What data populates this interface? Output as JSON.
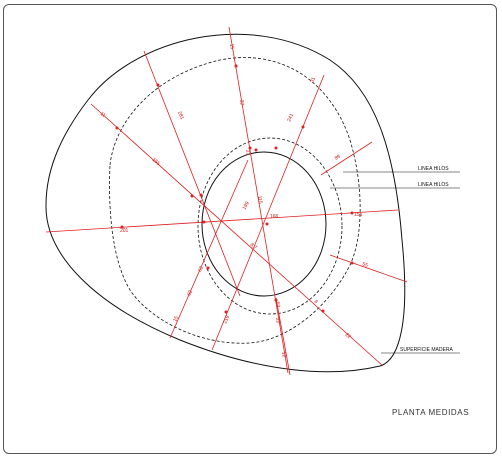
{
  "drawing": {
    "title": "PLANTA MEDIDAS",
    "callouts": [
      {
        "text": "LINEA HILOS"
      },
      {
        "text": "LINEA HILOS"
      },
      {
        "text": "SUPERFICIE MADERA"
      }
    ],
    "measurements": [
      "15",
      "11",
      "32",
      "31",
      "155",
      "281",
      "241",
      "89",
      "199",
      "8,7",
      "166",
      "155",
      "201",
      "55",
      "62",
      "62",
      "15",
      "219",
      "22",
      "22",
      "12",
      "53",
      "115",
      "23",
      "8"
    ],
    "colors": {
      "outline": "#111111",
      "measure": "#e02020",
      "frame": "#555555"
    }
  }
}
